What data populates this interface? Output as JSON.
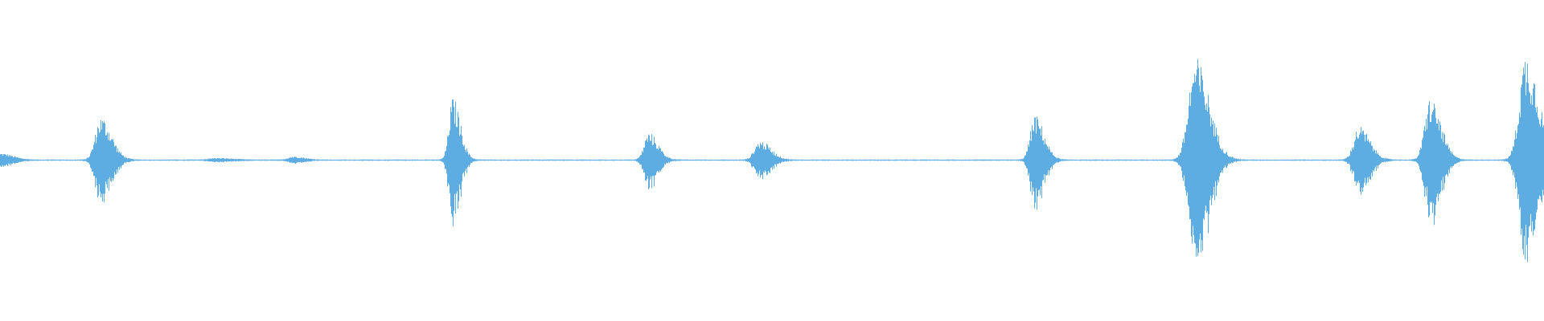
{
  "waveform": {
    "color": "#5DADE2",
    "background": "#FFFFFF",
    "bursts": [
      {
        "time": 0.0,
        "amplitude": 0.04,
        "spread": 0.008
      },
      {
        "time": 0.065,
        "amplitude": 0.27,
        "spread": 0.007
      },
      {
        "time": 0.14,
        "amplitude": 0.01,
        "spread": 0.01
      },
      {
        "time": 0.19,
        "amplitude": 0.02,
        "spread": 0.007
      },
      {
        "time": 0.293,
        "amplitude": 0.39,
        "spread": 0.005
      },
      {
        "time": 0.42,
        "amplitude": 0.17,
        "spread": 0.006
      },
      {
        "time": 0.492,
        "amplitude": 0.12,
        "spread": 0.007
      },
      {
        "time": 0.67,
        "amplitude": 0.28,
        "spread": 0.006
      },
      {
        "time": 0.774,
        "amplitude": 0.64,
        "spread": 0.009
      },
      {
        "time": 0.88,
        "amplitude": 0.21,
        "spread": 0.007
      },
      {
        "time": 0.926,
        "amplitude": 0.39,
        "spread": 0.007
      },
      {
        "time": 0.988,
        "amplitude": 0.67,
        "spread": 0.0085
      }
    ]
  }
}
